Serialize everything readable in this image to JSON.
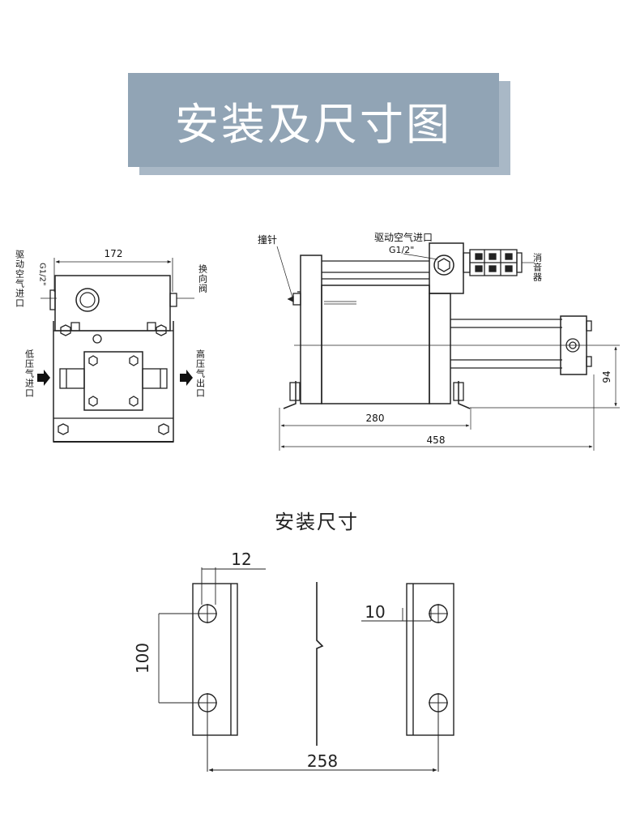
{
  "banner": {
    "title": "安装及尺寸图"
  },
  "front_view": {
    "width_dim": "172",
    "drive_air_label": "驱动空气进口",
    "drive_air_thread": "G1/2\"",
    "valve_label": "换向阀",
    "low_inlet_label": "低压气进口",
    "high_outlet_label": "高压气出口"
  },
  "side_view": {
    "striker_label": "撞针",
    "drive_air_label": "驱动空气进口",
    "drive_air_thread": "G1/2\"",
    "muffler_label": "消音器",
    "dim_280": "280",
    "dim_458": "458",
    "dim_94": "94"
  },
  "mount": {
    "title": "安装尺寸",
    "dim_12": "12",
    "dim_10": "10",
    "dim_100": "100",
    "dim_258": "258"
  }
}
